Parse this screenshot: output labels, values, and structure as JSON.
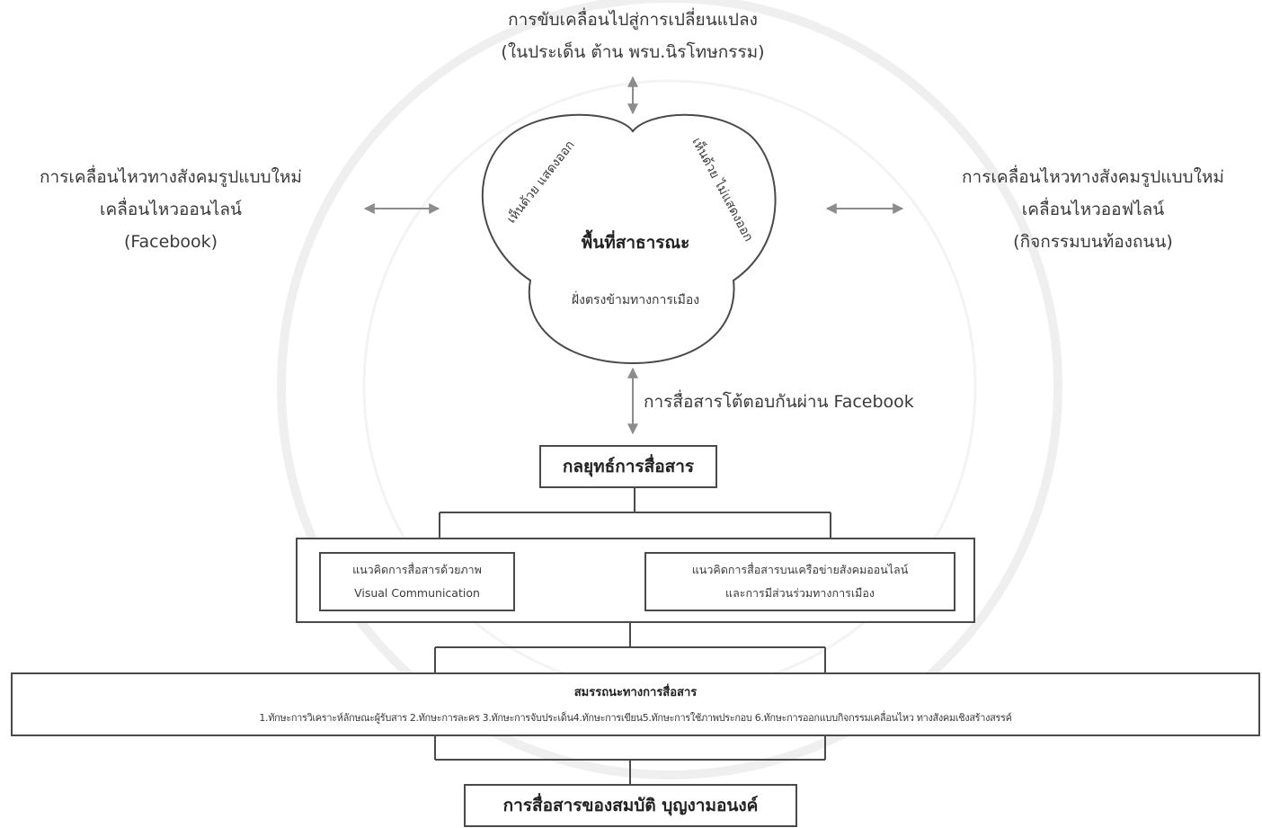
{
  "top_goal": {
    "line1": "การขับเคลื่อนไปสู่การเปลี่ยนแปลง",
    "line2": "(ในประเด็น ต้าน พรบ.นิรโทษกรรม)"
  },
  "left_movement": {
    "line1": "การเคลื่อนไหวทางสังคมรูปแบบใหม่",
    "line2": "เคลื่อนไหวออนไลน์",
    "line3": "(Facebook)"
  },
  "right_movement": {
    "line1": "การเคลื่อนไหวทางสังคมรูปแบบใหม่",
    "line2": "เคลื่อนไหวออฟไลน์",
    "line3": "(กิจกรรมบนท้องถนน)"
  },
  "public_sphere": {
    "title": "พื้นที่สาธารณะ",
    "lobe_left": "เห็นด้วย แสดงออก",
    "lobe_right": "เห็นด้วย ไม่แสดงออก",
    "lobe_bottom": "ฝั่งตรงข้ามทางการเมือง"
  },
  "interaction_label": "การสื่อสารโต้ตอบกันผ่าน Facebook",
  "strategy_box": "กลยุทธ์การสื่อสาร",
  "concepts": {
    "visual_line1": "แนวคิดการสื่อสารด้วยภาพ",
    "visual_line2": "Visual Communication",
    "network_line1": "แนวคิดการสื่อสารบนเครือข่ายสังคมออนไลน์",
    "network_line2": "และการมีส่วนร่วมทางการเมือง"
  },
  "competency": {
    "title": "สมรรถนะทางการสื่อสาร",
    "items": "1.ทักษะการวิเคราะห์ลักษณะผู้รับสาร 2.ทักษะการละคร 3.ทักษะการจับประเด็น4.ทักษะการเขียน5.ทักษะการใช้ภาพประกอบ 6.ทักษะการออกแบบกิจกรรมเคลื่อนไหว ทางสังคมเชิงสร้างสรรค์"
  },
  "result_box": "การสื่อสารของสมบัติ บุญงามอนงค์",
  "colors": {
    "line": "#4a4a4a",
    "arrow": "#8c8c8c",
    "text": "#3a3a3a",
    "watermark": "#efefef"
  }
}
